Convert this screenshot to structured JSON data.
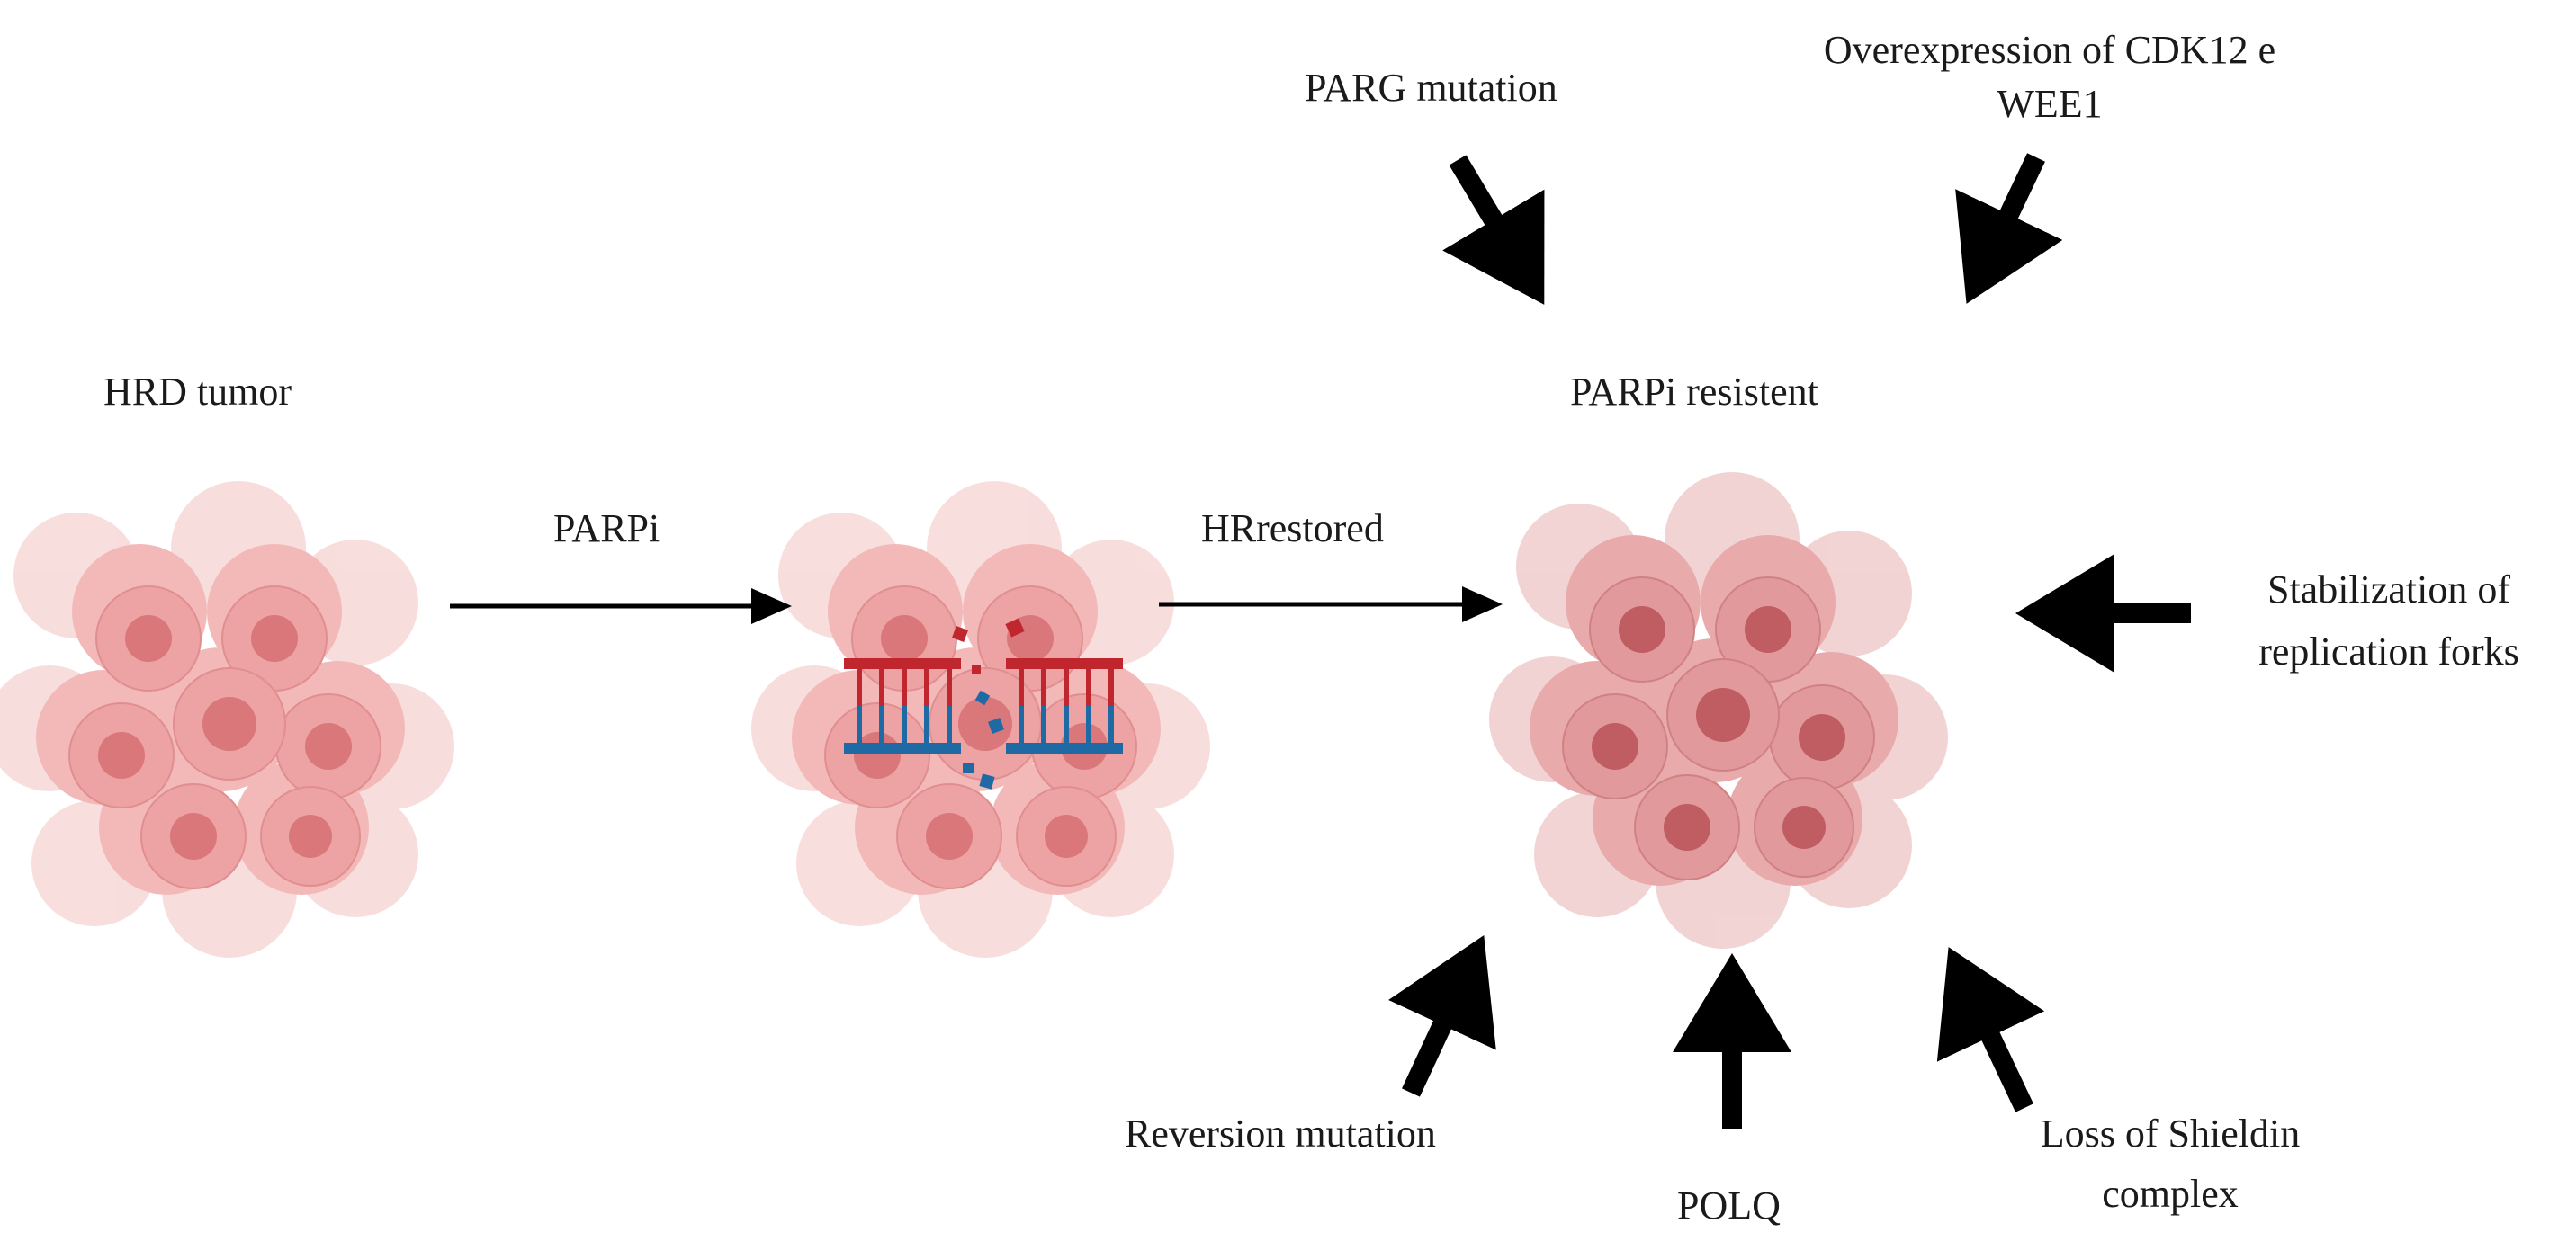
{
  "stages": {
    "hrd_tumor": "HRD tumor",
    "parpi_resistent": "PARPi resistent"
  },
  "transitions": {
    "parpi": "PARPi",
    "hr_restored": "HRrestored"
  },
  "mechanisms": {
    "parg_mutation": "PARG mutation",
    "cdk12_wee1_line1": "Overexpression of CDK12 e",
    "cdk12_wee1_line2": "WEE1",
    "fork_stabilization_line1": "Stabilization of",
    "fork_stabilization_line2": "replication forks",
    "reversion_mutation": "Reversion mutation",
    "polq": "POLQ",
    "shieldin_line1": "Loss of Shieldin",
    "shieldin_line2": "complex"
  },
  "colors": {
    "cell_light": "#f6c9c9",
    "cell_mid": "#eda3a3",
    "nucleus": "#d9777a",
    "resistant_cell": "#e2999b",
    "resistant_nucleus": "#bf5d62",
    "dna_red": "#c0262d",
    "dna_blue": "#1f6aa5",
    "arrow": "#000000"
  }
}
